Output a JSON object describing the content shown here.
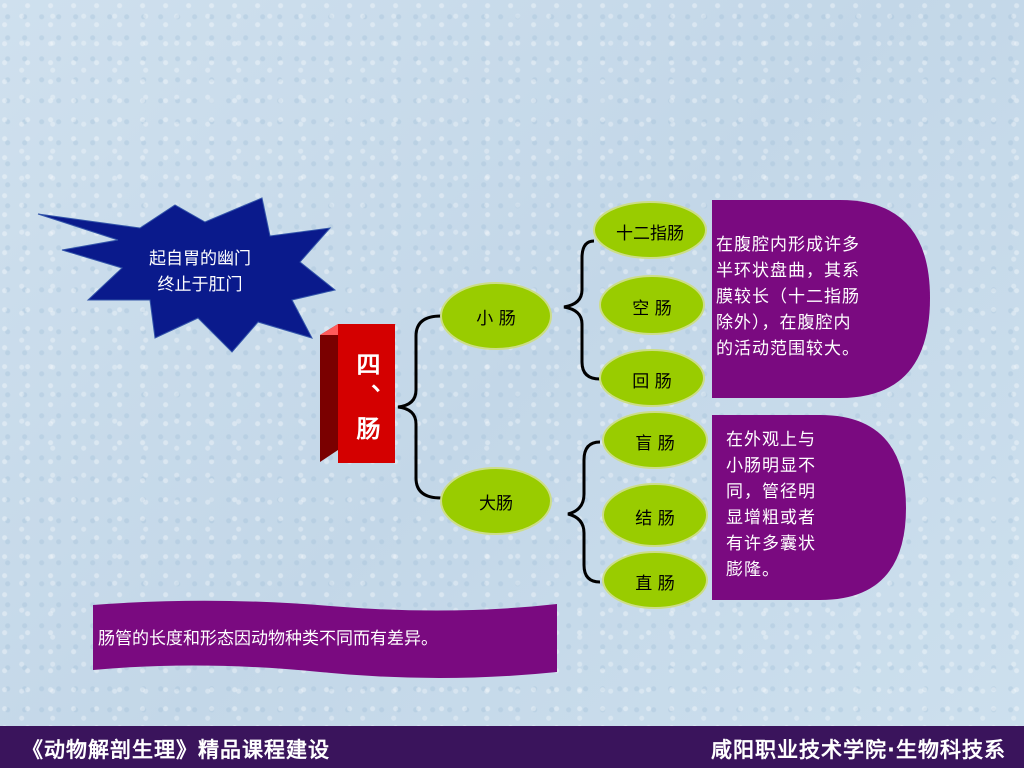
{
  "starburst": {
    "line1": "起自胃的幽门",
    "line2": "终止于肛门"
  },
  "main_title": "四、肠",
  "small_intestine": {
    "label": "小 肠",
    "parts": [
      "十二指肠",
      "空 肠",
      "回 肠"
    ],
    "note": [
      "在腹腔内形成许多",
      "半环状盘曲，其系",
      "膜较长（十二指肠",
      "除外），在腹腔内",
      "的活动范围较大。"
    ]
  },
  "large_intestine": {
    "label": "大肠",
    "parts": [
      "盲 肠",
      "结 肠",
      "直 肠"
    ],
    "note": [
      "在外观上与",
      "小肠明显不",
      "同，管径明",
      "显增粗或者",
      "有许多囊状",
      "膨隆。"
    ]
  },
  "banner": "肠管的长度和形态因动物种类不同而有差异。",
  "footer": {
    "left": "《动物解剖生理》精品课程建设",
    "right": "咸阳职业技术学院·生物科技系"
  },
  "colors": {
    "green": "#99cc00",
    "purple": "#7a0a80",
    "navy": "#0a1a8c",
    "red": "#d40000",
    "footer": "#3a145c"
  }
}
